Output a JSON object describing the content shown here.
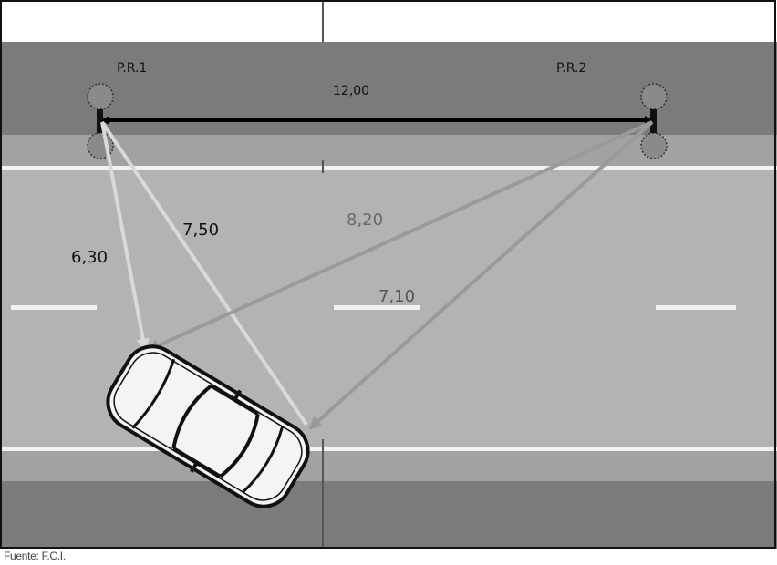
{
  "diagram": {
    "reference_points": [
      {
        "label": "P.R.1"
      },
      {
        "label": "P.R.2"
      }
    ],
    "distance_between_refs": "12,00",
    "measurements": [
      {
        "from": "P.R.1",
        "to": "car-front-left",
        "label": "6,30"
      },
      {
        "from": "P.R.1",
        "to": "car-front-right",
        "label": "7,50"
      },
      {
        "from": "P.R.2",
        "to": "car-front-left",
        "label": "8,20"
      },
      {
        "from": "P.R.2",
        "to": "car-front-right",
        "label": "7,10"
      }
    ],
    "colors": {
      "sidewalk_dark": "#7b7b7b",
      "sidewalk_light": "#a2a2a2",
      "road": "#b3b3b3",
      "line_light": "#d9d9d9",
      "line_dark": "#9a9a9a",
      "arrow": "#000000"
    }
  },
  "caption": "Fuente: F.C.I."
}
